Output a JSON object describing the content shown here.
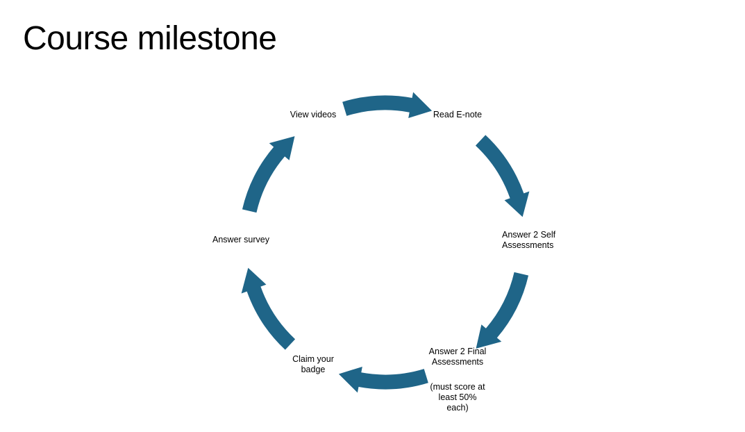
{
  "slide": {
    "title": "Course milestone",
    "background_color": "#FFFFFF",
    "text_color": "#000000",
    "accent_color": "#1F6588"
  },
  "cycle": {
    "type": "cycle-diagram",
    "direction": "clockwise",
    "steps": [
      {
        "label": "View videos",
        "sublabel": ""
      },
      {
        "label": "Read E-note",
        "sublabel": ""
      },
      {
        "label": "Answer 2 Self\nAssessments",
        "sublabel": ""
      },
      {
        "label": "Answer 2 Final\nAssessments",
        "sublabel": "(must score at\nleast 50%\neach)"
      },
      {
        "label": "Claim your\nbadge",
        "sublabel": ""
      },
      {
        "label": "Answer survey",
        "sublabel": ""
      }
    ]
  }
}
